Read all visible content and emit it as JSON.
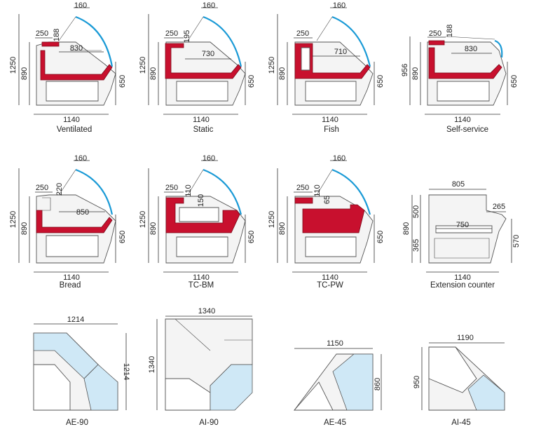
{
  "profiles": [
    {
      "caption": "Ventilated",
      "width": "1140",
      "height": "1250",
      "counter_h": "890",
      "front_h": "650",
      "top_w": "160",
      "shelf_w": "250",
      "shelf_h": "188",
      "depth": "830"
    },
    {
      "caption": "Static",
      "width": "1140",
      "height": "1250",
      "counter_h": "890",
      "front_h": "650",
      "top_w": "160",
      "shelf_w": "250",
      "shelf_h": "195",
      "depth": "730"
    },
    {
      "caption": "Fish",
      "width": "1140",
      "height": "1250",
      "counter_h": "890",
      "front_h": "650",
      "top_w": "160",
      "shelf_w": "250",
      "depth": "710"
    },
    {
      "caption": "Self-service",
      "width": "1140",
      "height": "956",
      "counter_h": "890",
      "front_h": "650",
      "shelf_w": "250",
      "shelf_h": "188",
      "depth": "830"
    },
    {
      "caption": "Bread",
      "width": "1140",
      "height": "1250",
      "counter_h": "890",
      "front_h": "650",
      "top_w": "160",
      "shelf_w": "250",
      "shelf_h": "220",
      "depth": "850"
    },
    {
      "caption": "TC-BM",
      "width": "1140",
      "height": "1250",
      "counter_h": "890",
      "front_h": "650",
      "top_w": "160",
      "shelf_w": "250",
      "shelf_h": "110",
      "inner_h": "150"
    },
    {
      "caption": "TC-PW",
      "width": "1140",
      "height": "1250",
      "counter_h": "890",
      "front_h": "650",
      "top_w": "160",
      "shelf_w": "250",
      "shelf_h": "110",
      "inner_h": "65"
    },
    {
      "caption": "Extension counter",
      "width": "1140",
      "top_w": "805",
      "inner_w": "750",
      "step_w": "265",
      "left_h1": "500",
      "left_h2": "365",
      "counter_h": "890",
      "front_h": "570"
    }
  ],
  "corners": [
    {
      "caption": "AE-90",
      "width": "1214",
      "depth": "1214"
    },
    {
      "caption": "AI-90",
      "width": "1340",
      "depth": "1340"
    },
    {
      "caption": "AE-45",
      "width": "1150",
      "depth": "860"
    },
    {
      "caption": "AI-45",
      "width": "1190",
      "depth": "950"
    }
  ]
}
